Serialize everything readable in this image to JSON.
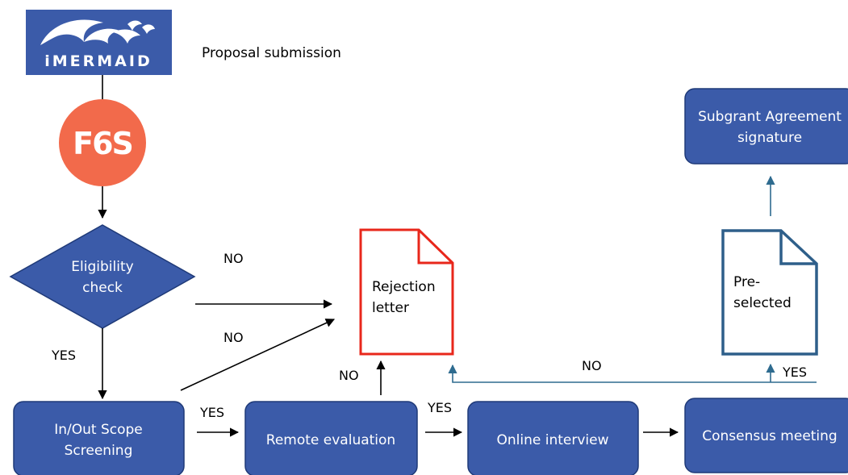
{
  "logo": {
    "text": "iMERMAID",
    "bg_color": "#3b5ba9"
  },
  "header": {
    "title": "Proposal submission"
  },
  "f6s": {
    "text": "F6S",
    "color": "#f26a4b"
  },
  "nodes": {
    "eligibility": {
      "line1": "Eligibility",
      "line2": "check"
    },
    "scope": {
      "line1": "In/Out Scope",
      "line2": "Screening"
    },
    "remote": {
      "label": "Remote evaluation"
    },
    "interview": {
      "label": "Online interview"
    },
    "consensus": {
      "label": "Consensus meeting"
    },
    "subgrant": {
      "line1": "Subgrant Agreement",
      "line2": "signature"
    },
    "rejection": {
      "line1": "Rejection",
      "line2": "letter"
    },
    "preselected": {
      "line1": "Pre-",
      "line2": "selected"
    }
  },
  "edge_labels": {
    "no_eligibility": "NO",
    "no_scope": "NO",
    "yes_eligibility": "YES",
    "yes_scope": "YES",
    "no_remote": "NO",
    "yes_remote": "YES",
    "no_consensus": "NO",
    "yes_consensus": "YES"
  },
  "colors": {
    "box_fill": "#3b5ba9",
    "box_stroke": "#1f3a78",
    "rejection_stroke": "#e8271b",
    "preselected_stroke": "#2e5f8a",
    "feedback_line": "#2e6b8f"
  }
}
